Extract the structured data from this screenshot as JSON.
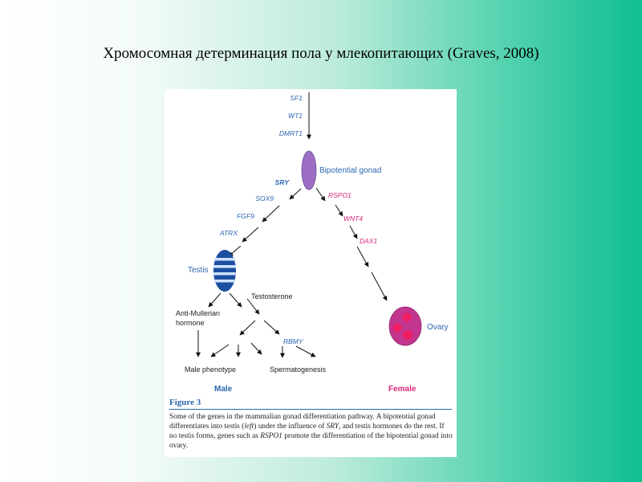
{
  "slide": {
    "title": "Хромосомная детерминация пола у млекопитающих (Graves, 2008)"
  },
  "diagram": {
    "top_genes": [
      "SF1",
      "WT1",
      "DMRT1"
    ],
    "bipotential_gonad": "Bipotential gonad",
    "male_genes": {
      "sry": "SRY",
      "sox9": "SOX9",
      "fgf9": "FGF9",
      "atrx": "ATRX"
    },
    "female_genes": {
      "rspo1": "RSPO1",
      "wnt4": "WNT4",
      "dax1": "DAX1"
    },
    "testis": "Testis",
    "ovary": "Ovary",
    "testosterone": "Testosterone",
    "amh_line1": "Anti-Mullerian",
    "amh_line2": "hormone",
    "rbmy": "RBMY",
    "male_phenotype": "Male phenotype",
    "spermatogenesis": "Spermatogenesis",
    "male": "Male",
    "female": "Female",
    "colors": {
      "male": "#2b67b0",
      "female": "#d8287a",
      "gonad": "#9b6ec4",
      "ovary": "#c2368f"
    }
  },
  "figure": {
    "label": "Figure 3",
    "caption": {
      "p1": "Some of the genes in the mammalian gonad differentiation pathway. A bipotential gonad differentiates into testis (",
      "left": "left",
      "p2": ") under the influence of ",
      "sry": "SRY",
      "p3": ", and testis hormones do the rest. If no testis forms, genes such as ",
      "rspo1": "RSPO1",
      "p4": " promote the differentiation of the bipotential gonad into ovary."
    }
  }
}
